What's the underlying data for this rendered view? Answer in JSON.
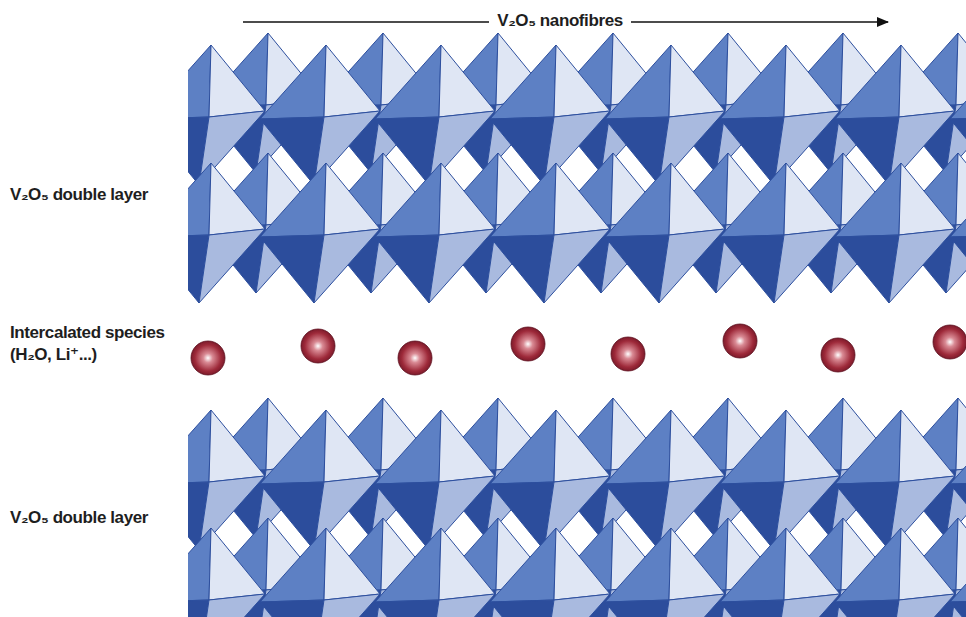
{
  "diagram": {
    "labels": [
      "V₂O₅ nanofibres",
      "V₂O₅ double layer",
      "Intercalated species (H₂O, Li⁺...)",
      "V₂O₅ double layer"
    ]
  }
}
